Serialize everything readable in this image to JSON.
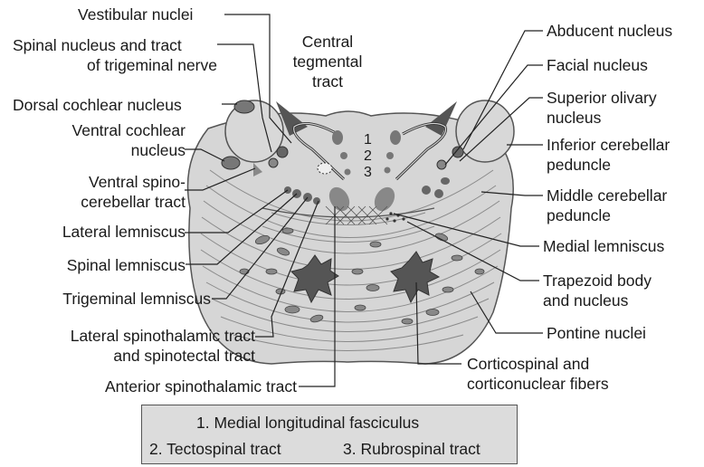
{
  "labels": {
    "vestibular_nuclei": "Vestibular nuclei",
    "spinal_trigeminal_1": "Spinal nucleus and tract",
    "spinal_trigeminal_2": "of trigeminal nerve",
    "central_tegmental_1": "Central",
    "central_tegmental_2": "tegmental",
    "central_tegmental_3": "tract",
    "dorsal_cochlear": "Dorsal cochlear nucleus",
    "ventral_cochlear_1": "Ventral cochlear",
    "ventral_cochlear_2": "nucleus",
    "ventral_spino_1": "Ventral spino-",
    "ventral_spino_2": "cerebellar tract",
    "lateral_lemniscus": "Lateral lemniscus",
    "spinal_lemniscus": "Spinal lemniscus",
    "trigeminal_lemniscus": "Trigeminal lemniscus",
    "lateral_spinothalamic_1": "Lateral spinothalamic tract",
    "lateral_spinothalamic_2": "and spinotectal tract",
    "anterior_spinothalamic": "Anterior spinothalamic tract",
    "abducent_nucleus": "Abducent nucleus",
    "facial_nucleus": "Facial nucleus",
    "superior_olivary_1": "Superior olivary",
    "superior_olivary_2": "nucleus",
    "inferior_cerebellar_1": "Inferior cerebellar",
    "inferior_cerebellar_2": "peduncle",
    "middle_cerebellar_1": "Middle cerebellar",
    "middle_cerebellar_2": "peduncle",
    "medial_lemniscus": "Medial lemniscus",
    "trapezoid_1": "Trapezoid body",
    "trapezoid_2": "and nucleus",
    "pontine_nuclei": "Pontine nuclei",
    "corticospinal_1": "Corticospinal and",
    "corticospinal_2": "corticonuclear fibers"
  },
  "markers": {
    "one": "1",
    "two": "2",
    "three": "3"
  },
  "legend": {
    "item1": "1.  Medial longitudinal fasciculus",
    "item2": "2.  Tectospinal tract",
    "item3": "3.  Rubrospinal tract"
  },
  "colors": {
    "tissue": "#d6d6d6",
    "dark_gray": "#7a7a7a",
    "fiber_line": "#8a8a8a",
    "leader": "#222222",
    "legend_bg": "#dcdcdc"
  }
}
